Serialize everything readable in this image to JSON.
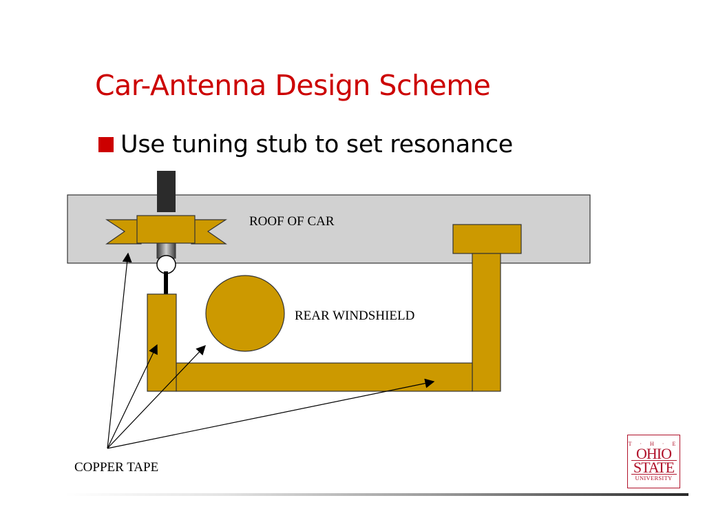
{
  "slide": {
    "title": "Car-Antenna Design Scheme",
    "bullets": [
      {
        "text": "Use tuning stub to set resonance"
      }
    ]
  },
  "diagram": {
    "labels": {
      "roof": "ROOF OF CAR",
      "windshield": "REAR WINDSHIELD",
      "copper_tape": "COPPER TAPE"
    },
    "colors": {
      "copper": "#cc9900",
      "roof_fill": "#d1d1d1",
      "cable": "#2b2b2b",
      "title_red": "#cc0000"
    }
  },
  "logo": {
    "top_line": "T · H · E",
    "word1": "OHIO",
    "word2": "STATE",
    "bottom_line": "UNIVERSITY",
    "color": "#b0112a"
  }
}
